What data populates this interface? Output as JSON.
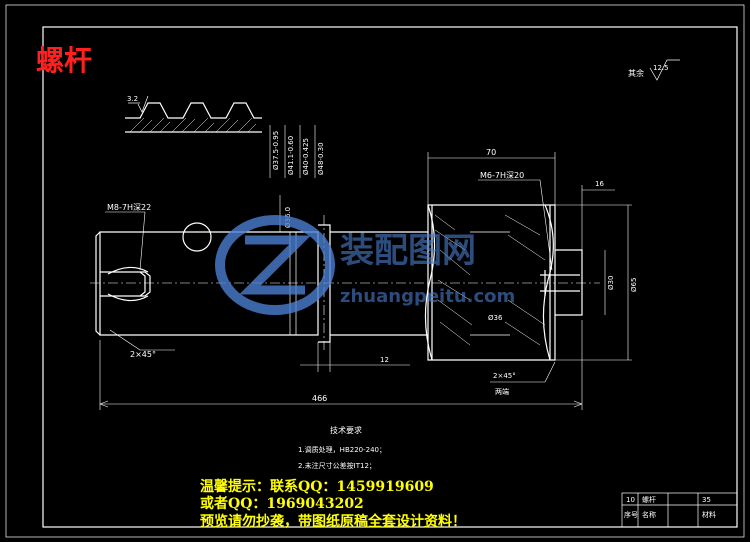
{
  "title": "螺杆",
  "surface_finish": {
    "label": "其余",
    "value": "12.5"
  },
  "thread_profile_roughness": "3.2",
  "dimensions": {
    "d1": "Ø37.5-0.95",
    "d2": "Ø41.1-0.60",
    "d3": "Ø36.0",
    "d4": "Ø40-0.425",
    "d5": "Ø48-0.30",
    "left_thread": "M8-7H深22",
    "left_chamfer": "2×45°",
    "total_length": "466",
    "groove": "12",
    "right_len": "70",
    "right_thread": "M6-7H深20",
    "right_step": "16",
    "d30": "Ø30",
    "d65": "Ø65",
    "d36": "Ø36",
    "right_chamfer": "2×45°",
    "both_ends": "两端"
  },
  "tech_req": {
    "heading": "技术要求",
    "items": [
      "1.调质处理，HB220-240；",
      "2.未注尺寸公差按IT12；"
    ]
  },
  "title_block": {
    "no": "10",
    "name": "螺杆",
    "qty": "35",
    "h_no": "序号",
    "h_name": "名称",
    "h_qty": "材料"
  },
  "watermark": {
    "cn": "装配图网",
    "en": "zhuangpeitu.com"
  },
  "notice": {
    "line1": "温馨提示：联系QQ：1459919609",
    "line2": "或者QQ：1969043202",
    "line3": "预览请勿抄袭，带图纸原稿全套设计资料！"
  },
  "colors": {
    "background": "#000000",
    "lines": "#ffffff",
    "title": "#ff2020",
    "notice": "#ffff00",
    "watermark": "#4a7fd0"
  }
}
